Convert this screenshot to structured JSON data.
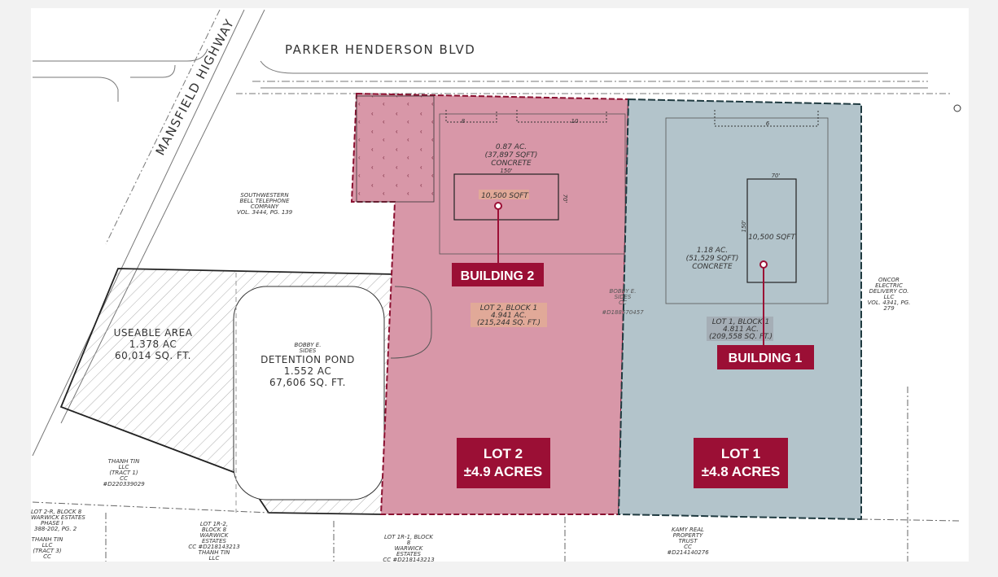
{
  "roads": {
    "north": "PARKER HENDERSON BLVD",
    "west": "MANSFIELD HIGHWAY"
  },
  "lots": [
    {
      "id": "lot-2",
      "label": "LOT 2",
      "acres": "±4.9 ACRES",
      "color": "#d897a8",
      "legal": [
        "LOT 2, BLOCK 1",
        "4.941 AC.",
        "(215,244 SQ. FT.)"
      ],
      "concrete": [
        "0.87 AC.",
        "(37,897 SQFT)",
        "CONCRETE"
      ],
      "building": {
        "label": "BUILDING 2",
        "area": "10,500 SQFT",
        "width": "150'",
        "depth": "70'"
      },
      "parking": [
        "8",
        "10"
      ]
    },
    {
      "id": "lot-1",
      "label": "LOT 1",
      "acres": "±4.8 ACRES",
      "color": "#b3c4cb",
      "legal": [
        "LOT 1, BLOCK 1",
        "4.811 AC.",
        "(209,558 SQ. FT.)"
      ],
      "concrete": [
        "1.18 AC.",
        "(51,529 SQFT)",
        "CONCRETE"
      ],
      "building": {
        "label": "BUILDING 1",
        "area": "10,500 SQFT",
        "width": "70'",
        "depth": "150'"
      },
      "parking": [
        "6"
      ]
    }
  ],
  "useable_area": [
    "USEABLE AREA",
    "1.378 AC",
    "60,014 SQ. FT."
  ],
  "detention_pond": [
    "BOBBY E.",
    "SIDES",
    "DETENTION POND",
    "1.552 AC",
    "67,606 SQ. FT."
  ],
  "neighbors": {
    "swbell": [
      "SOUTHWESTERN",
      "BELL TELEPHONE",
      "COMPANY",
      "VOL. 3444, PG. 139"
    ],
    "bobby": [
      "BOBBY E.",
      "SIDES",
      "CC",
      "#D188570457"
    ],
    "oncor": [
      "ONCOR",
      "ELECTRIC",
      "DELIVERY CO.",
      "LLC",
      "VOL. 4341, PG.",
      "279"
    ],
    "thanh1": [
      "THANH TIN",
      "LLC",
      "(TRACT 1)",
      "CC",
      "#D220339029"
    ],
    "lot2r": [
      "LOT 2-R, BLOCK 8",
      "WARWICK ESTATES",
      "PHASE I",
      "388-202, PG. 2"
    ],
    "thanh3": [
      "THANH TIN",
      "LLC",
      "(TRACT 3)",
      "CC"
    ],
    "lot1r2": [
      "LOT 1R-2,",
      "BLOCK 8",
      "WARWICK",
      "ESTATES",
      "CC #D218143213",
      "THANH TIN",
      "LLC"
    ],
    "lot1r1": [
      "LOT 1R-1, BLOCK",
      "8",
      "WARWICK",
      "ESTATES",
      "CC #D218143213"
    ],
    "kamy": [
      "KAMY REAL",
      "PROPERTY",
      "TRUST",
      "CC",
      "#D214140276"
    ]
  },
  "colors": {
    "accent": "#9b0f35",
    "lot2": "#d897a8",
    "lot1": "#b3c4cb"
  }
}
